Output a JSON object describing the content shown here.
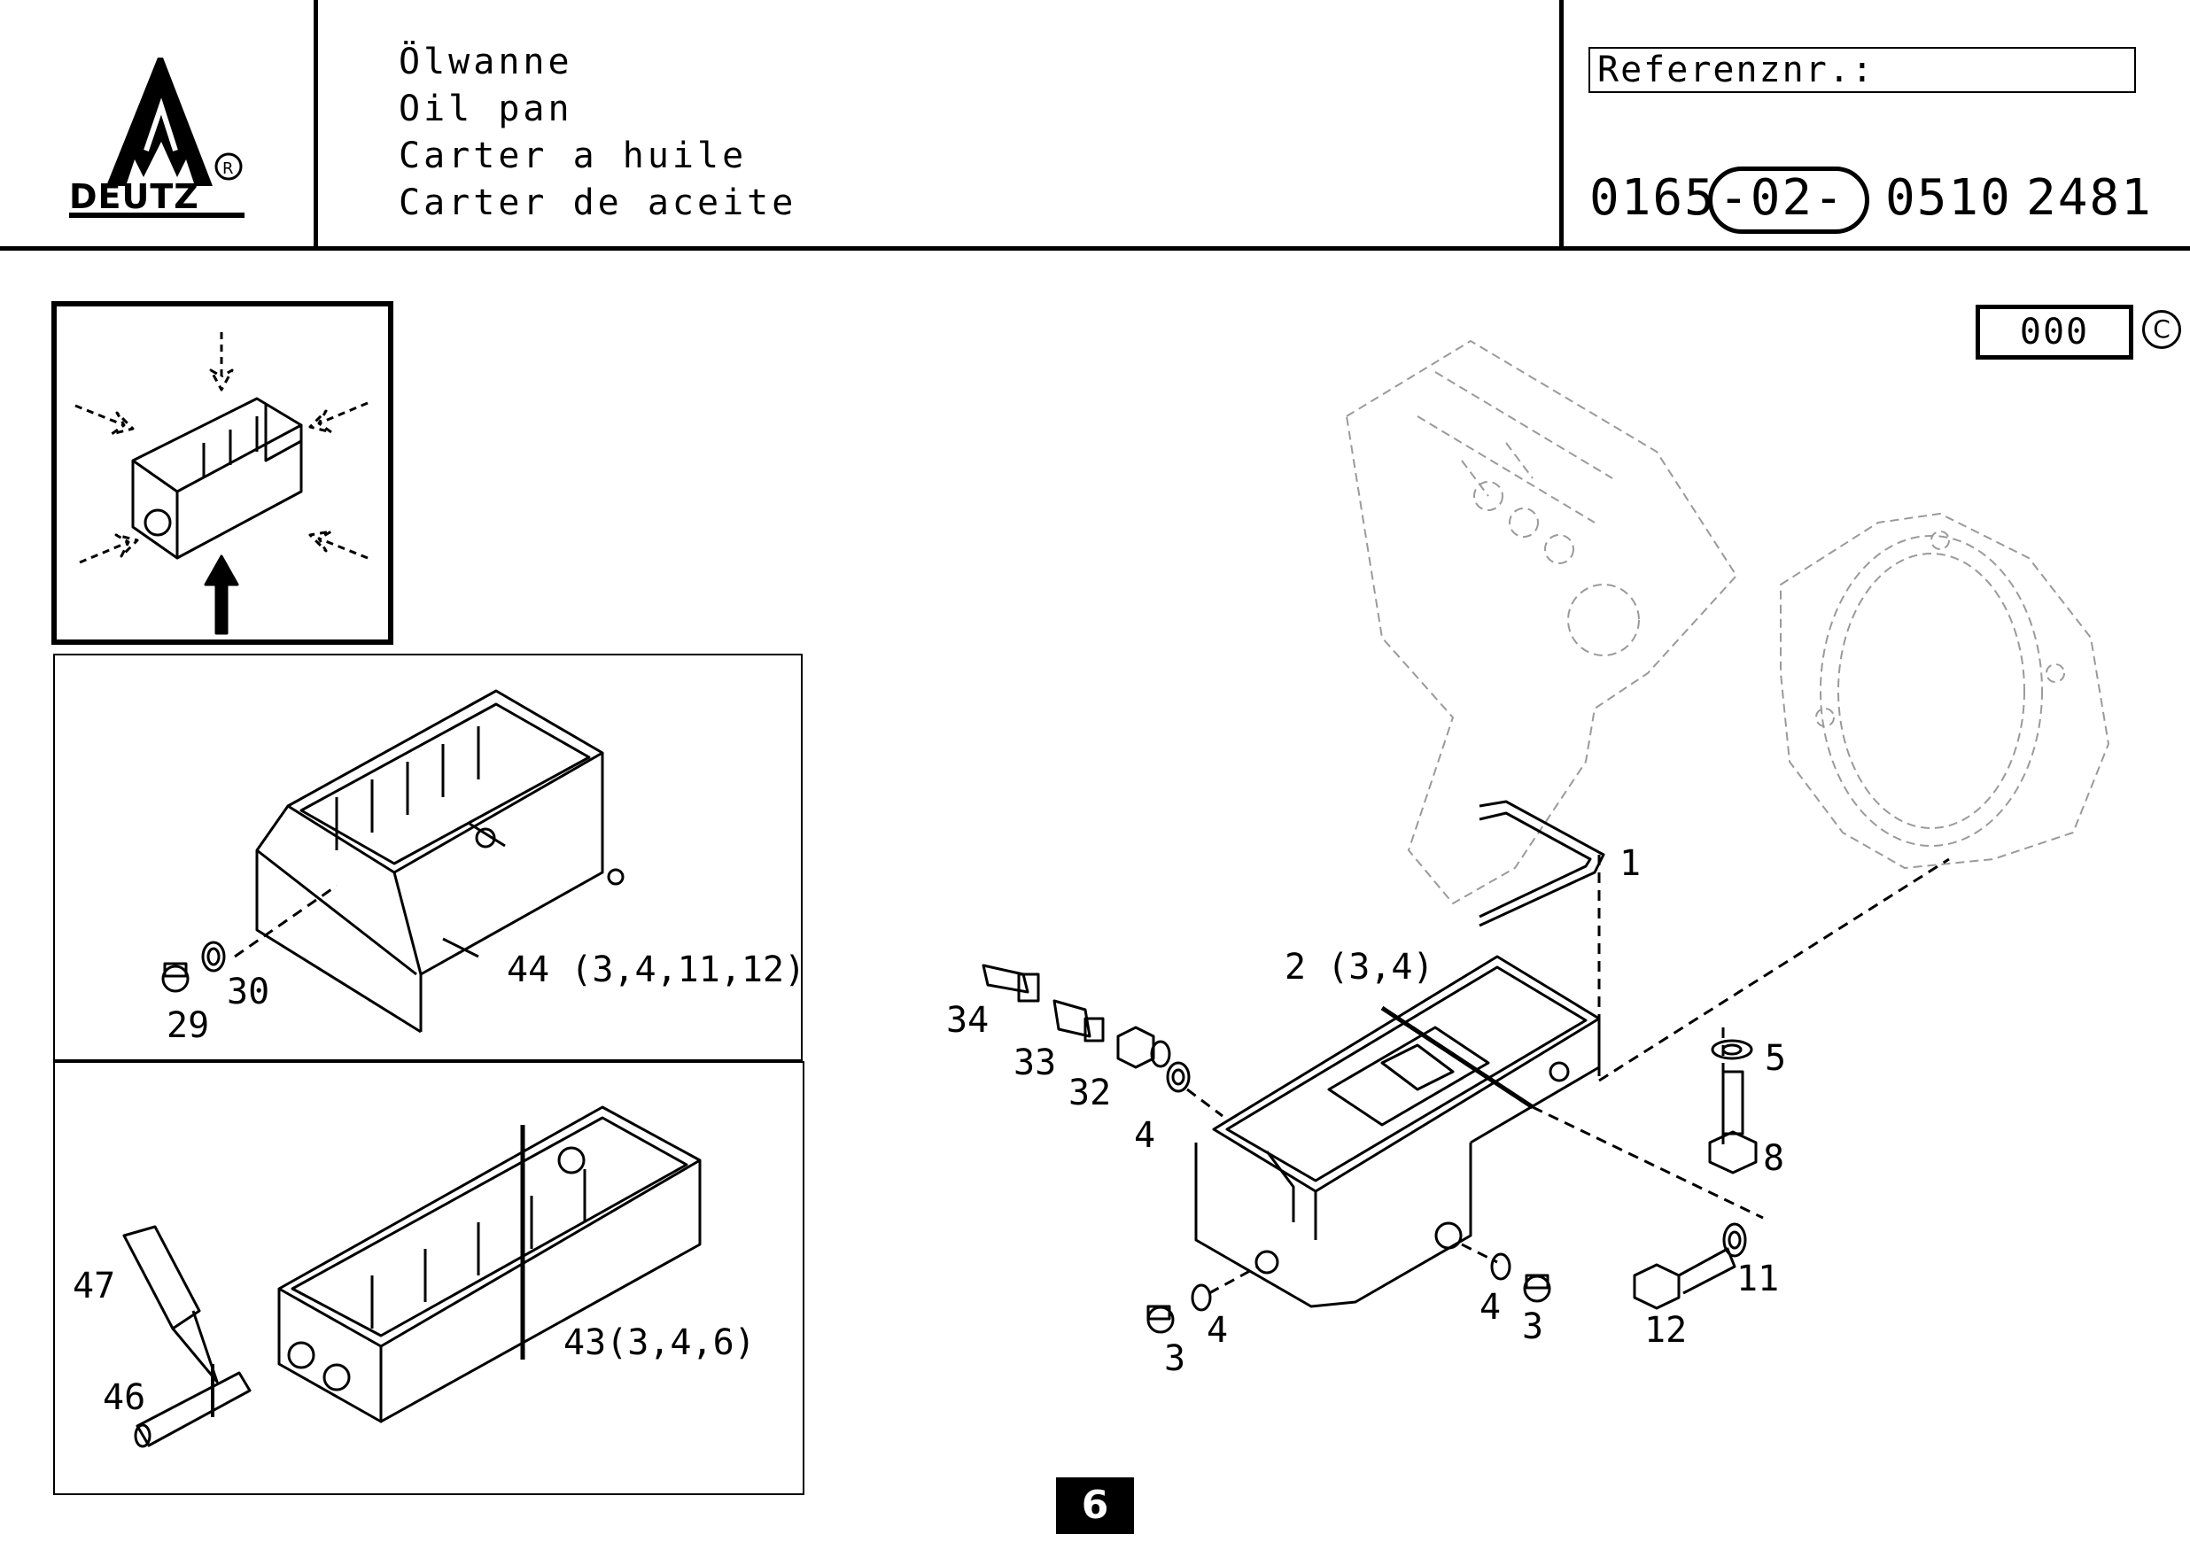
{
  "brand": {
    "logo_text": "DEUTZ",
    "registered": "®"
  },
  "title": {
    "de": "Ölwanne",
    "en": "Oil pan",
    "it": "Carter a huile",
    "es": "Carter de aceite"
  },
  "reference": {
    "label": "Referenznr.:",
    "part_a": "0165",
    "part_b": "-02-",
    "part_c": "0510",
    "part_d": "2481"
  },
  "version_box": "000",
  "copyright_symbol": "C",
  "page_number": "6",
  "callouts": {
    "c1": "1",
    "c2": "2 (3,4)",
    "c3a": "3",
    "c3b": "3",
    "c4a": "4",
    "c4b": "4",
    "c4c": "4",
    "c5": "5",
    "c8": "8",
    "c11": "11",
    "c12": "12",
    "c32": "32",
    "c33": "33",
    "c34": "34",
    "c29": "29",
    "c30": "30",
    "c44": "44 (3,4,11,12)",
    "c43": "43(3,4,6)",
    "c46": "46",
    "c47": "47"
  },
  "colors": {
    "ink": "#000000",
    "paper": "#ffffff",
    "ghost": "#9a9a9a"
  }
}
